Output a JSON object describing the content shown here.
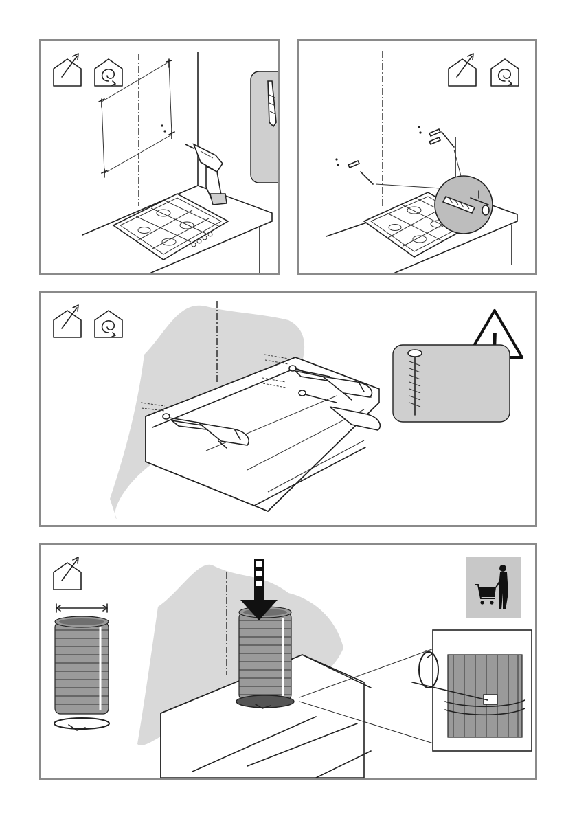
{
  "panels": [
    {
      "id": "wall-drilling",
      "icons": [
        "ducted-mode-icon",
        "recirculation-mode-icon"
      ]
    },
    {
      "id": "wall-plugs-screws",
      "icons": [
        "ducted-mode-icon",
        "recirculation-mode-icon"
      ]
    },
    {
      "id": "hood-fixing",
      "icons": [
        "ducted-mode-icon",
        "recirculation-mode-icon",
        "warning-icon"
      ],
      "warning_mark": "!"
    },
    {
      "id": "duct-connection",
      "icons": [
        "ducted-mode-icon",
        "purchase-separately-icon"
      ]
    }
  ],
  "colors": {
    "frame": "#8a8a8a",
    "wall_shade": "#d9d9d9",
    "line": "#222222"
  }
}
